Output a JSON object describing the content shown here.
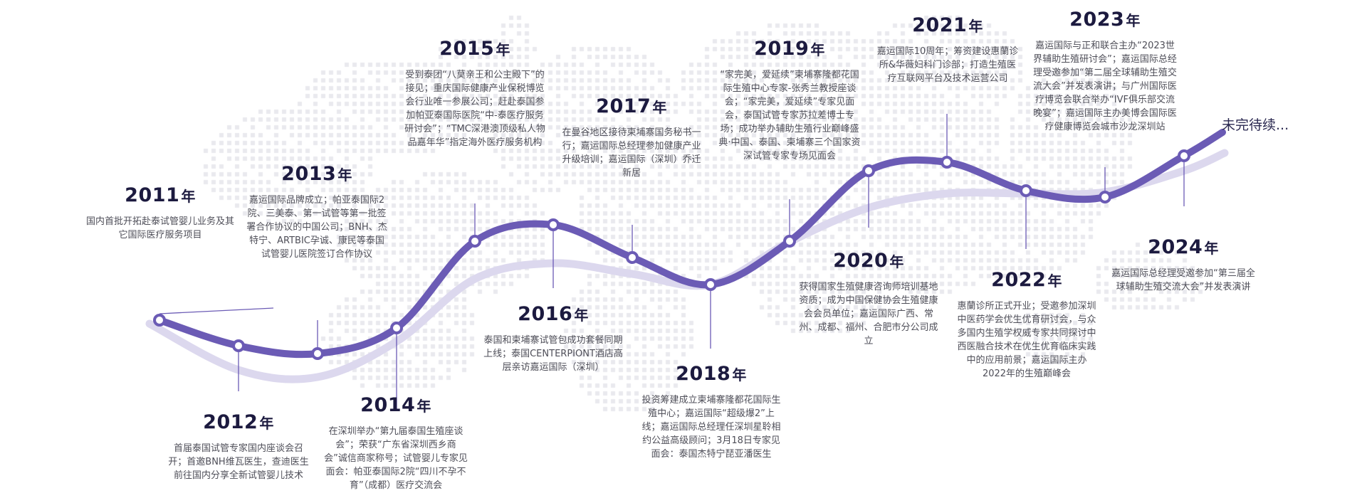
{
  "timeline": {
    "year_suffix": "年",
    "pending_label": "未完待续...",
    "colors": {
      "main_curve": "#6b5bb5",
      "shadow_curve": "#dcd8ee",
      "dot_fill": "#ffffff",
      "year_text": "#1c1a3f",
      "desc_text": "#4e4e58",
      "map_dots": "#e9e9ee"
    },
    "milestones": [
      {
        "year": "2011",
        "text": "国内首批开拓赴泰试管婴儿业务及其它国际医疗服务项目"
      },
      {
        "year": "2012",
        "text": "首届泰国试管专家国内座谈会召开；首邀BNH维瓦医生，查迪医生前往国内分享全新试管婴儿技术"
      },
      {
        "year": "2013",
        "text": "嘉运国际品牌成立；帕亚泰国际2院、三美泰、第一试管等第一批签署合作协议的中国公司；BNH、杰特宁、ARTBIC孕诚、康民等泰国试管婴儿医院签订合作协议"
      },
      {
        "year": "2014",
        "text": "在深圳举办“第九届泰国生殖座谈会”；荣获“广东省深圳西乡商会”诚信商家称号；试管婴儿专家见面会：帕亚泰国际2院“四川不孕不育”（成都）医疗交流会"
      },
      {
        "year": "2015",
        "text": "受到泰团“八莫亲王和公主殿下”的接见；重庆国际健康产业保税博览会行业唯一参展公司；赶赴泰国参加帕亚泰国际医院“中-泰医疗服务研讨会”；“TMC深港澳顶级私人物品嘉年华”指定海外医疗服务机构"
      },
      {
        "year": "2016",
        "text": "泰国和柬埔寨试管包成功套餐同期上线；泰国CENTERPIONT酒店高层亲访嘉运国际（深圳）"
      },
      {
        "year": "2017",
        "text": "在曼谷地区接待柬埔寨国务秘书一行；嘉运国际总经理参加健康产业升级培训；嘉运国际（深圳）乔迁新居"
      },
      {
        "year": "2018",
        "text": "投资筹建成立柬埔寨隆都花国际生殖中心；嘉运国际“超级爆2”上线；嘉运国际总经理任深圳星聆相约公益高级顾问；3月18日专家见面会：泰国杰特宁琵亚潘医生"
      },
      {
        "year": "2019",
        "text": "“家完美，爱延续”柬埔寨隆都花国际生殖中心专家-张秀兰教授座谈会；“家完美，爱延续”专家见面会，泰国试管专家苏拉差博士专场；成功举办辅助生殖行业巅峰盛典·中国、泰国、柬埔寨三个国家资深试管专家专场见面会"
      },
      {
        "year": "2020",
        "text": "获得国家生殖健康咨询师培训基地资质；成为中国保健协会生殖健康会会员单位；嘉运国际广西、常州、成都、福州、合肥市分公司成立"
      },
      {
        "year": "2021",
        "text": "嘉运国际10周年；筹资建设惠蘭诊所&华薇妇科门诊部；打造生殖医疗互联网平台及技术运营公司"
      },
      {
        "year": "2022",
        "text": "惠蘭诊所正式开业；受邀参加深圳中医药学会优生优育研讨会，与众多国内生殖学权威专家共同探讨中西医融合技术在优生优育临床实践中的应用前景；嘉运国际主办2022年的生殖巅峰会"
      },
      {
        "year": "2023",
        "text": "嘉运国际与正和联合主办“2023世界辅助生殖研讨会”；嘉运国际总经理受邀参加“第二届全球辅助生殖交流大会”并发表演讲；与广州国际医疗博览会联合举办“IVF俱乐部交流晚宴”；嘉运国际主办美博会国际医疗健康博览会城市沙龙深圳站"
      },
      {
        "year": "2024",
        "text": "嘉运国际总经理受邀参加“第三届全球辅助生殖交流大会”并发表演讲"
      }
    ]
  }
}
